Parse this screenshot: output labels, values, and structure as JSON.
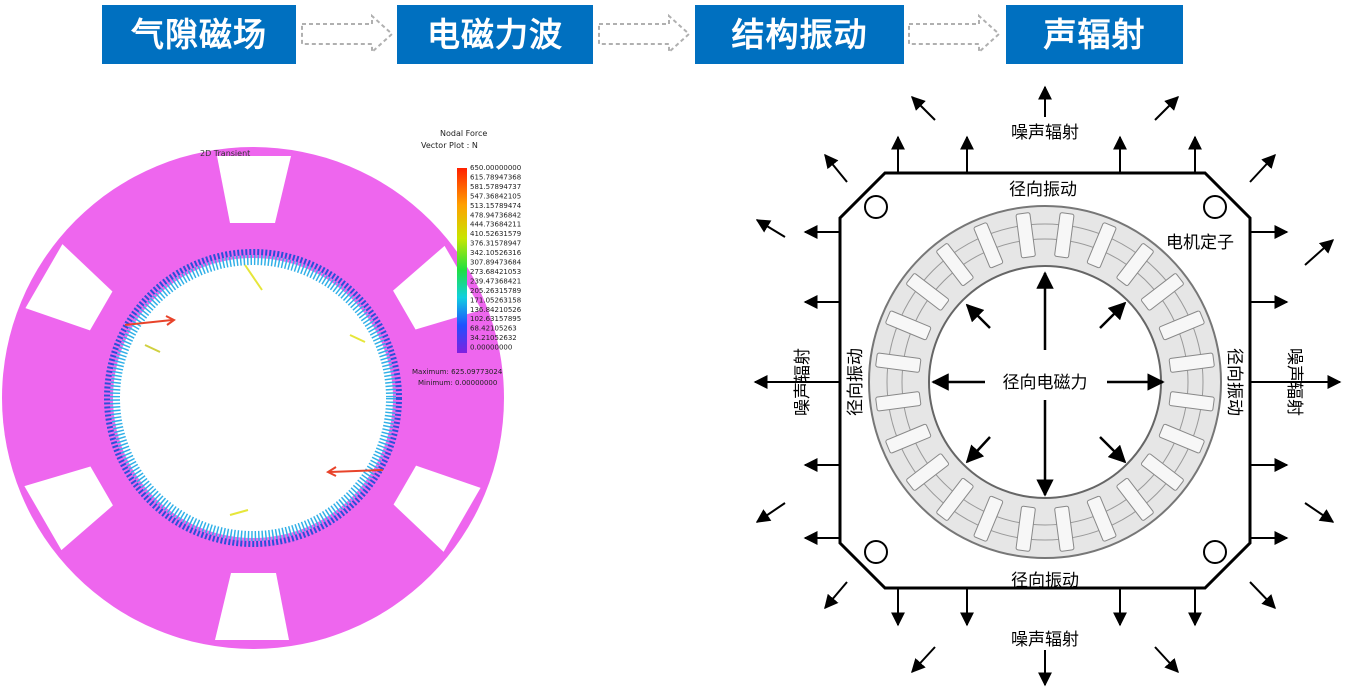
{
  "flow": {
    "steps": [
      "气隙磁场",
      "电磁力波",
      "结构振动",
      "声辐射"
    ]
  },
  "left_plot": {
    "header": "2D Transient",
    "legend_title_1": "Nodal Force",
    "legend_title_2": "Vector Plot : N",
    "legend_values": [
      "650.00000000",
      "615.78947368",
      "581.57894737",
      "547.36842105",
      "513.15789474",
      "478.94736842",
      "444.73684211",
      "410.52631579",
      "376.31578947",
      "342.10526316",
      "307.89473684",
      "273.68421053",
      "239.47368421",
      "205.26315789",
      "171.05263158",
      "136.84210526",
      "102.63157895",
      "68.42105263",
      "34.21052632",
      "0.00000000"
    ],
    "maximum": "Maximum: 625.09773024",
    "minimum": "Minimum: 0.00000000",
    "colors": {
      "stator": "#ee66ee",
      "arrow_red": "#e8432a",
      "arrow_yellow": "#e6e63a"
    }
  },
  "right_diagram": {
    "noise_top": "噪声辐射",
    "noise_bottom": "噪声辐射",
    "noise_left": "噪声辐射",
    "noise_right": "噪声辐射",
    "vib_top": "径向振动",
    "vib_bottom": "径向振动",
    "vib_left": "径向振动",
    "vib_right": "径向振动",
    "stator_label": "电机定子",
    "center_label": "径向电磁力"
  }
}
